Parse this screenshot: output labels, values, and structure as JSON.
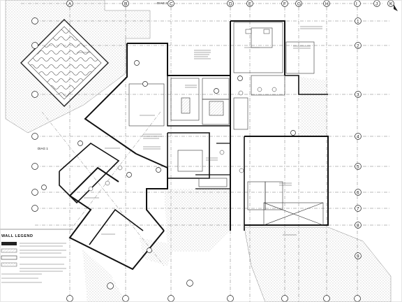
{
  "drawing": {
    "top_grid_labels": [
      "A",
      "B",
      "C",
      "D",
      "E",
      "F",
      "G",
      "H",
      "I",
      "J",
      "K"
    ],
    "right_grid_labels": [
      "1",
      "2",
      "3",
      "4",
      "5",
      "6",
      "7",
      "8",
      "9"
    ],
    "diag_labels": [
      "DIAG 1",
      "DIAG 2"
    ],
    "legend_title": "WALL LEGEND",
    "colors": {
      "line": "#222222",
      "hatch": "#999999",
      "paper": "#ffffff"
    }
  }
}
